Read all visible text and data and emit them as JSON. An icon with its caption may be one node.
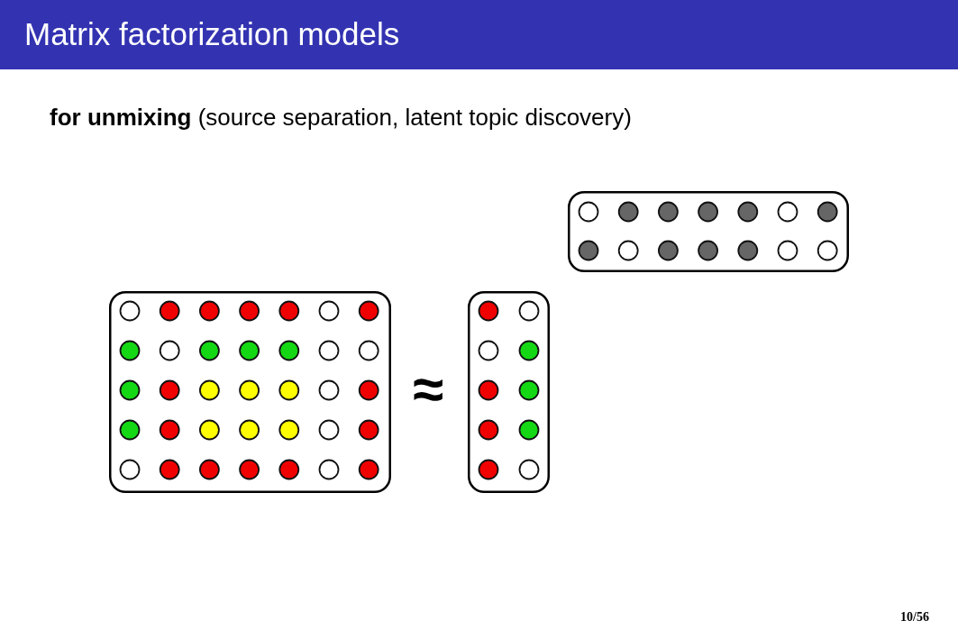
{
  "diagram": {
    "title": "Matrix factorization models",
    "labels": [
      "**for unmixing** (source separation, latent topic discovery)",
      "≈",
      "10/56"
    ]
  }
}
